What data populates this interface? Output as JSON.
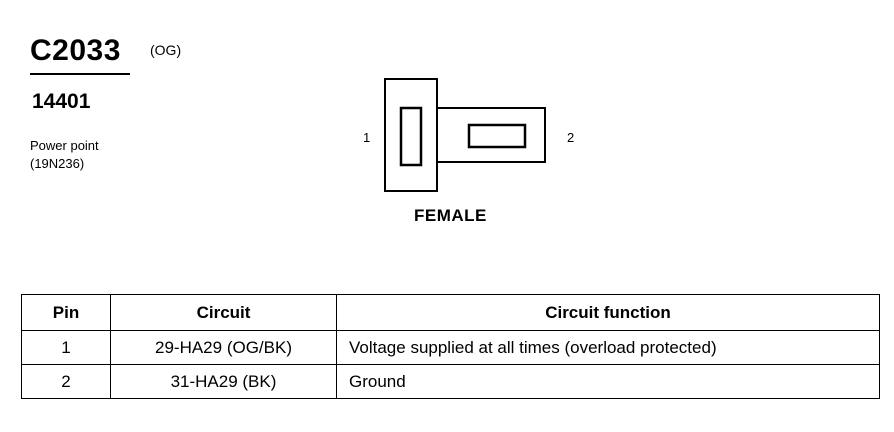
{
  "header": {
    "connector_id": "C2033",
    "connector_color": "(OG)",
    "harness_number": "14401",
    "component_name_line1": "Power point",
    "component_name_line2": "(19N236)"
  },
  "diagram": {
    "pin1_label": "1",
    "pin2_label": "2",
    "view_label": "FEMALE"
  },
  "table": {
    "headers": [
      "Pin",
      "Circuit",
      "Circuit function"
    ],
    "rows": [
      {
        "pin": "1",
        "circuit": "29-HA29 (OG/BK)",
        "function": "Voltage supplied at all times (overload protected)"
      },
      {
        "pin": "2",
        "circuit": "31-HA29 (BK)",
        "function": "Ground"
      }
    ]
  },
  "colors": {
    "ink": "#000000",
    "background": "#ffffff"
  }
}
